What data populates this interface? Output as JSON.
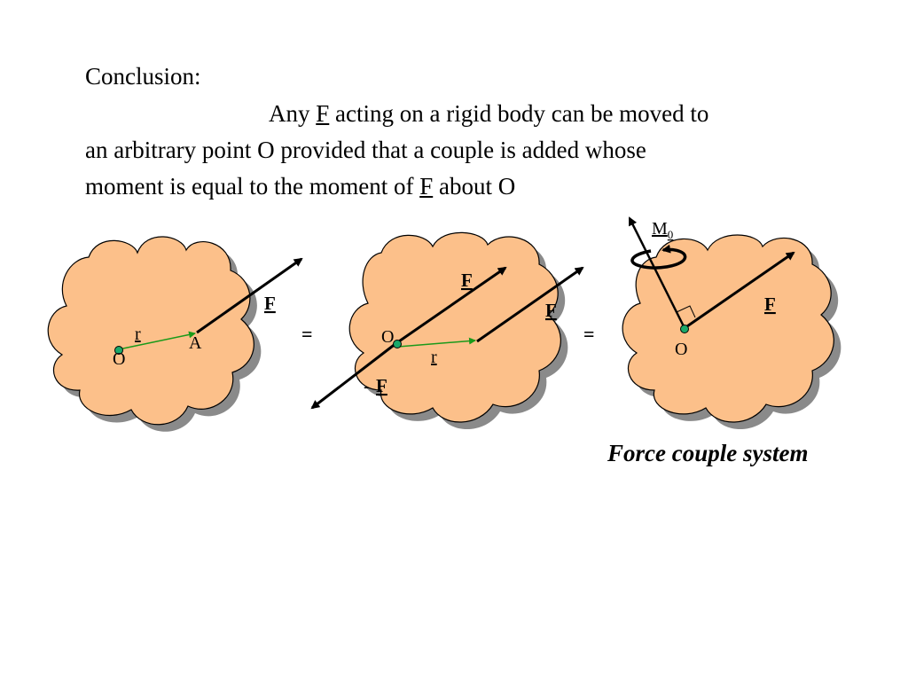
{
  "conclusion": {
    "heading": "Conclusion:",
    "line1_a": "Any ",
    "force_symbol": "F",
    "line1_b": " acting on a rigid body can be moved to",
    "line2": "an arbitrary point O provided that a couple is added whose",
    "line3_a": "moment is equal to the moment of ",
    "line3_b": " about O"
  },
  "diagram": {
    "body1": {
      "origin_label": "O",
      "r_label": "r",
      "point_label": "A",
      "force_label": "F"
    },
    "equals1": "=",
    "body2": {
      "origin_label": "O",
      "r_label": "r",
      "force_top_label": "F",
      "force_right_label": "F",
      "neg_sign": "-",
      "neg_force_label": "F"
    },
    "equals2": "=",
    "body3": {
      "origin_label": "O",
      "moment_label": "M",
      "moment_subscript": "0",
      "force_label": "F"
    }
  },
  "caption": "Force couple system",
  "colors": {
    "body_fill": "#fcc08a",
    "body_shadow": "#8a8a8a",
    "point_fill": "#1aa86a",
    "r_vector": "#1a9a1a"
  }
}
